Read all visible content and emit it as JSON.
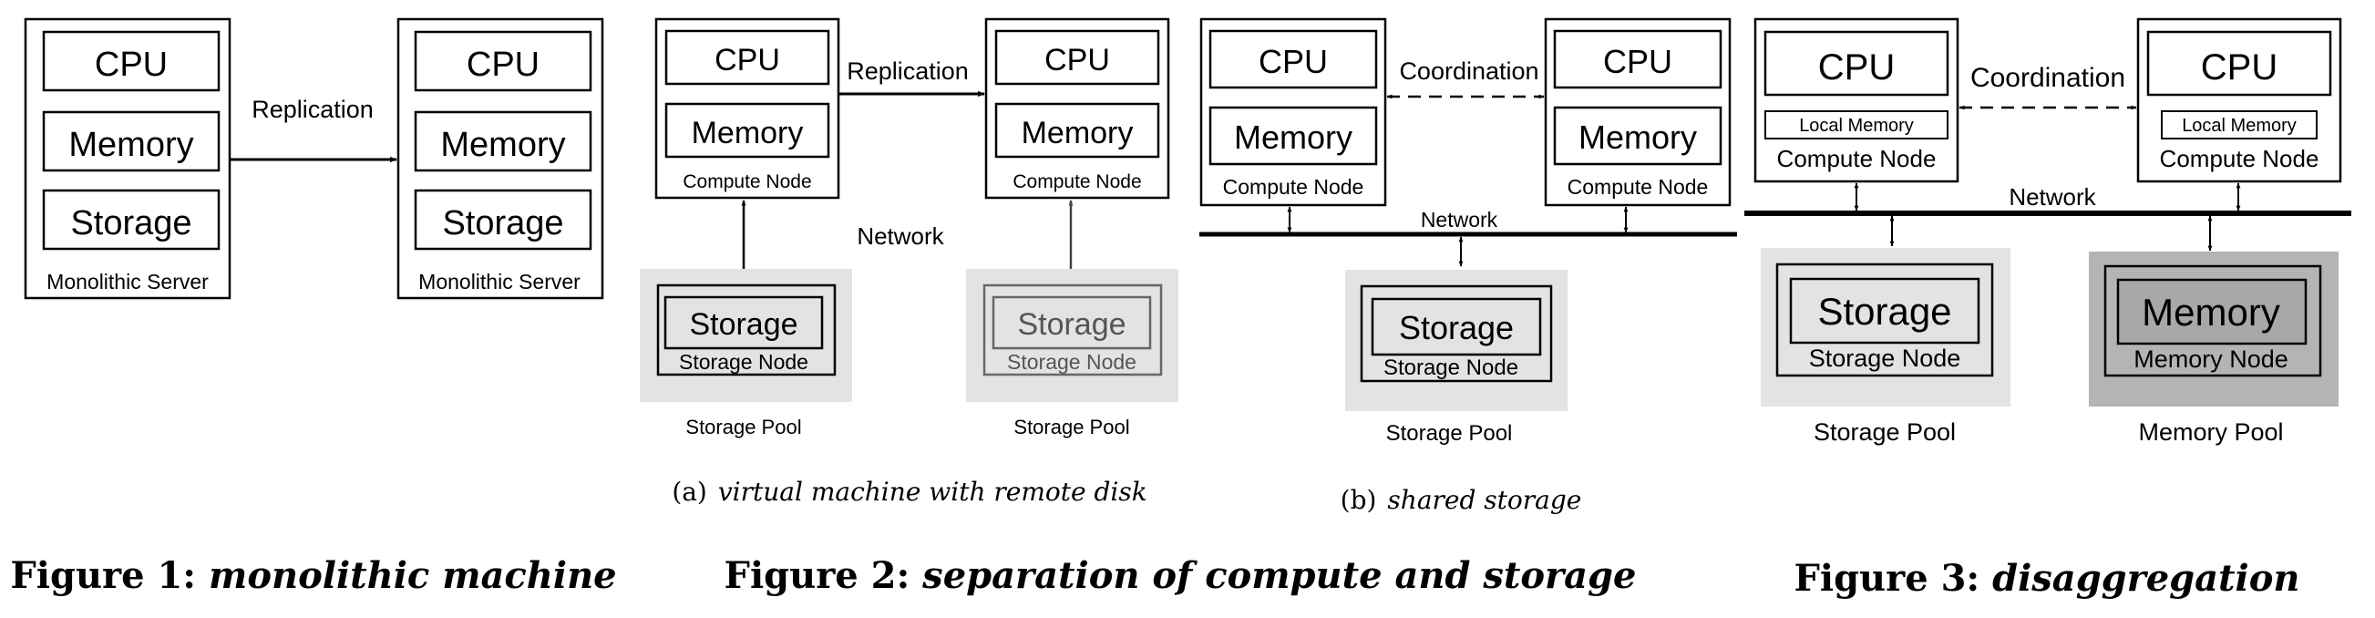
{
  "fig1": {
    "left_server": {
      "cpu": "CPU",
      "memory": "Memory",
      "storage": "Storage",
      "label": "Monolithic Server"
    },
    "right_server": {
      "cpu": "CPU",
      "memory": "Memory",
      "storage": "Storage",
      "label": "Monolithic Server"
    },
    "arrow_label": "Replication",
    "caption_prefix": "Figure 1: ",
    "caption_title": "monolithic machine"
  },
  "fig2a": {
    "left_node": {
      "cpu": "CPU",
      "memory": "Memory",
      "label": "Compute Node"
    },
    "right_node": {
      "cpu": "CPU",
      "memory": "Memory",
      "label": "Compute Node"
    },
    "arrow_label": "Replication",
    "network_label": "Network",
    "left_pool": {
      "storage": "Storage",
      "node": "Storage Node",
      "label": "Storage Pool"
    },
    "right_pool": {
      "storage": "Storage",
      "node": "Storage Node",
      "label": "Storage Pool"
    },
    "subcaption_prefix": "(a)",
    "subcaption_title": "virtual machine with remote disk"
  },
  "fig2b": {
    "left_node": {
      "cpu": "CPU",
      "memory": "Memory",
      "label": "Compute Node"
    },
    "right_node": {
      "cpu": "CPU",
      "memory": "Memory",
      "label": "Compute Node"
    },
    "arrow_label": "Coordination",
    "network_label": "Network",
    "pool": {
      "storage": "Storage",
      "node": "Storage Node",
      "label": "Storage Pool"
    },
    "subcaption_prefix": "(b)",
    "subcaption_title": "shared storage"
  },
  "fig2": {
    "caption_prefix": "Figure 2: ",
    "caption_title": "separation of compute and storage"
  },
  "fig3": {
    "left_node": {
      "cpu": "CPU",
      "local_memory": "Local Memory",
      "label": "Compute Node"
    },
    "right_node": {
      "cpu": "CPU",
      "local_memory": "Local Memory",
      "label": "Compute Node"
    },
    "arrow_label": "Coordination",
    "network_label": "Network",
    "storage_pool": {
      "storage": "Storage",
      "node": "Storage Node",
      "label": "Storage Pool"
    },
    "memory_pool": {
      "memory": "Memory",
      "node": "Memory Node",
      "label": "Memory Pool"
    },
    "caption_prefix": "Figure 3: ",
    "caption_title": "disaggregation"
  },
  "colors": {
    "stroke": "#000000",
    "pool_light": "#e3e3e3",
    "pool_dark": "#b4b4b4",
    "inner_dark": "#a8a8a8",
    "faded_text": "#555555",
    "faded_stroke": "#666666"
  }
}
